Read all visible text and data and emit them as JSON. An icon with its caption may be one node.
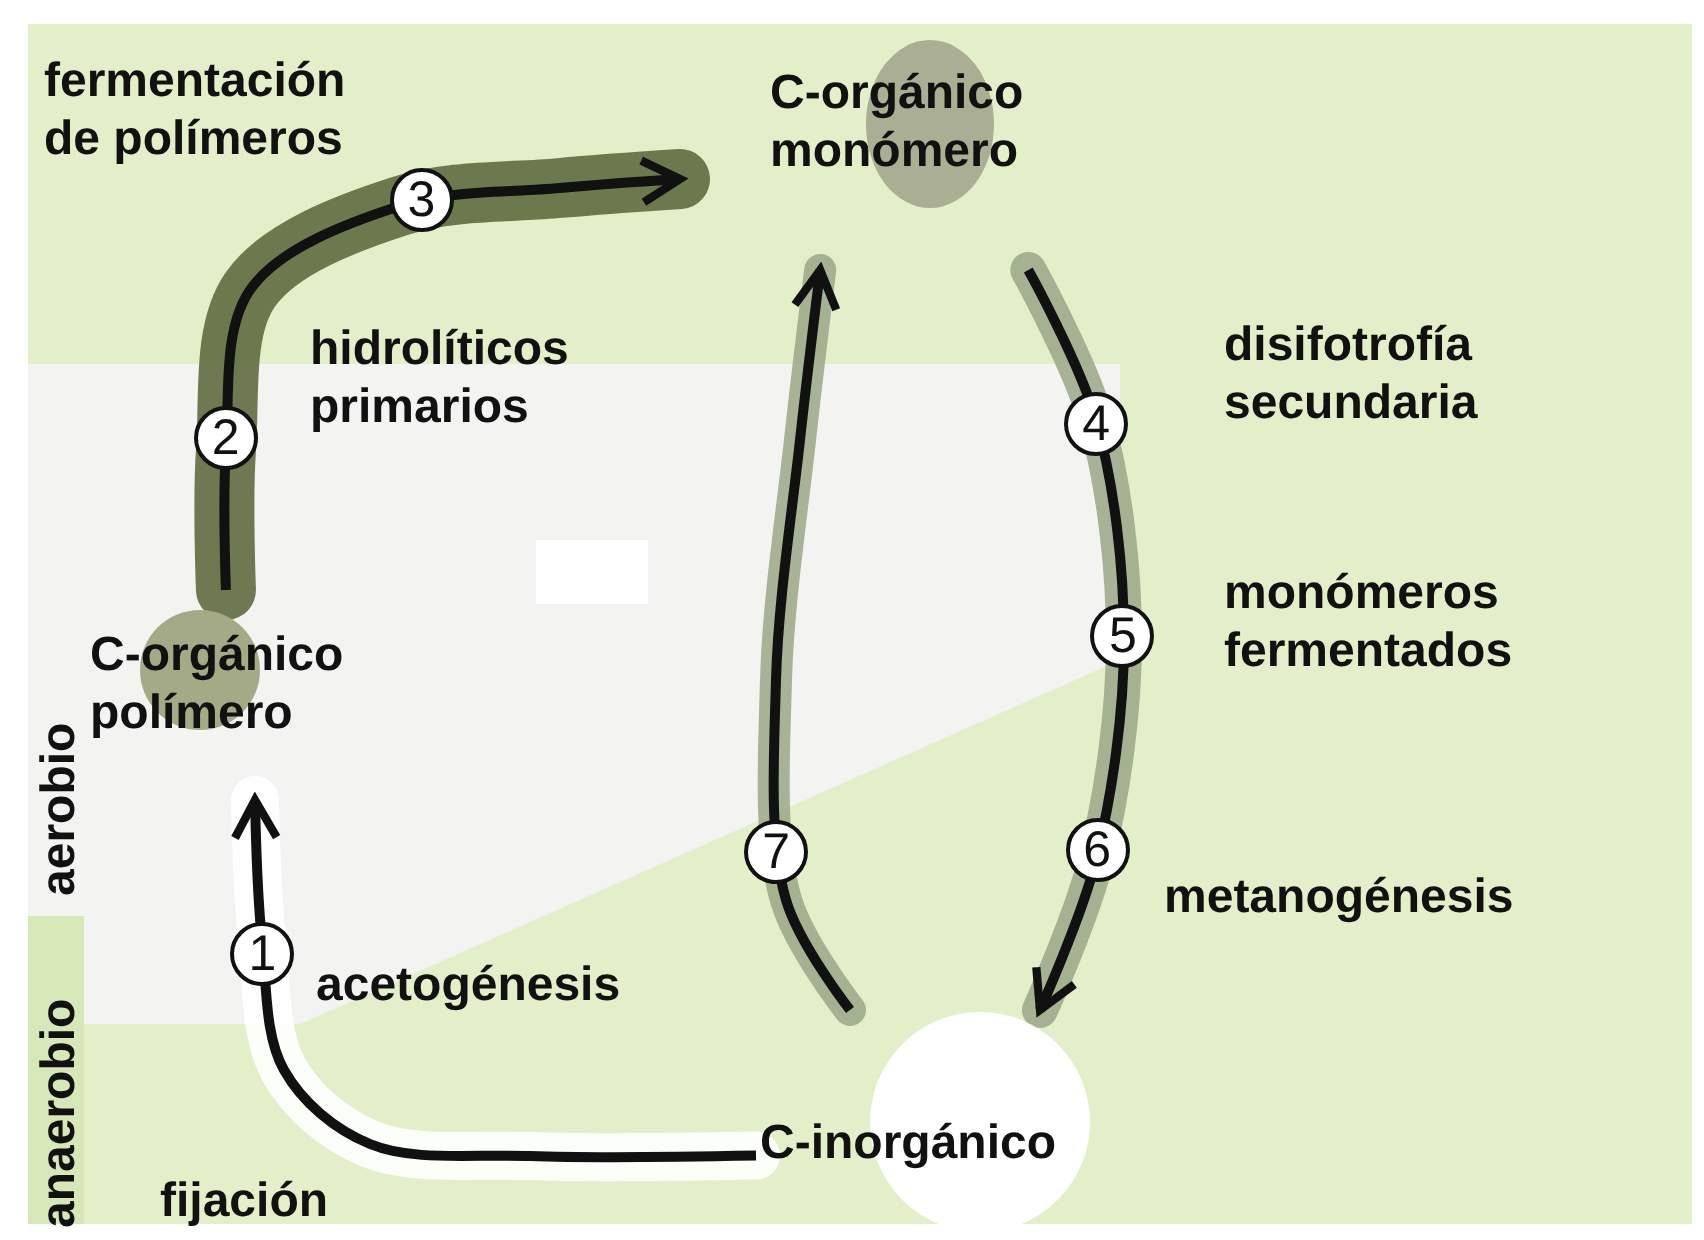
{
  "diagram": {
    "nodes": [
      {
        "text": [
          "C-orgánico polímero"
        ]
      },
      {
        "text": [
          "C-orgánico monómero"
        ]
      },
      {
        "text": [
          "C-inorgánico"
        ]
      }
    ],
    "edges": [
      {
        "from": 2,
        "to": 0,
        "arrow": "to"
      },
      {
        "from": 0,
        "to": 1,
        "arrow": "to"
      },
      {
        "from": 1,
        "to": 2,
        "arrow": "to"
      },
      {
        "from": 2,
        "to": 1,
        "arrow": "to"
      }
    ],
    "labels": [
      "fermentación de polímeros",
      "3",
      "2",
      "hidrolíticos primarios",
      "disifotrofía secundaria",
      "4",
      "5",
      "monómeros fermentados",
      "aerobio",
      "anaerobio",
      "7",
      "6",
      "metanogénesis",
      "1",
      "acetogénesis",
      "fijación"
    ]
  }
}
